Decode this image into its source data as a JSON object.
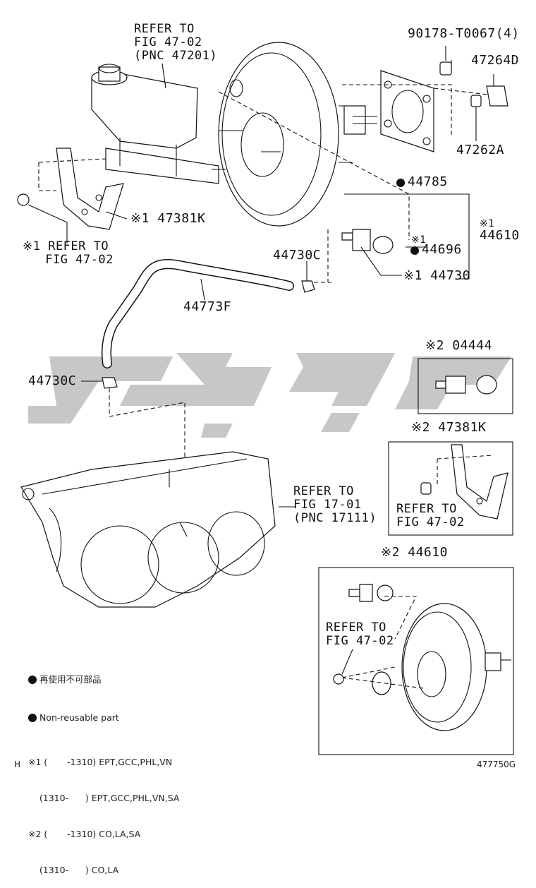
{
  "labels": {
    "refer_master": "REFER TO\nFIG 47-02\n(PNC 47201)",
    "p90178": "90178-T0067(4)",
    "p47264d": "47264D",
    "p47262a": "47262A",
    "p44785": "44785",
    "p44610_top_mark": "※1",
    "p44610_top": "44610",
    "p47381k_top": "※1 47381K",
    "refer_bracket_top": "※1 REFER TO\n   FIG 47-02",
    "p44696_mark": "※1",
    "p44696": "44696",
    "p44730c_top": "44730C",
    "p44730": "※1 44730",
    "p44773f": "44773F",
    "p44730c_left": "44730C",
    "p04444": "※2 04444",
    "p47381k_box": "※2 47381K",
    "refer_box_bracket": "REFER TO\nFIG 47-02",
    "refer_manifold": "REFER TO\nFIG 17-01\n(PNC 17111)",
    "p44610_box": "※2 44610",
    "refer_box_booster": "REFER TO\nFIG 47-02"
  },
  "legend": {
    "line1": "再使用不可部品",
    "line2": "Non-reusable part",
    "line3": "※1 (       -1310) EPT,GCC,PHL,VN",
    "line4": "    (1310-      ) EPT,GCC,PHL,VN,SA",
    "line5": "※2 (       -1310) CO,LA,SA",
    "line6": "    (1310-      ) CO,LA"
  },
  "footer": {
    "left": "H",
    "right": "477750G"
  },
  "icons": [
    "non-reusable-dot-icon",
    "brake-booster-icon",
    "master-cylinder-icon",
    "vacuum-hose-icon",
    "intake-manifold-icon",
    "bracket-icon",
    "check-valve-icon"
  ],
  "colors": {
    "line": "#111111",
    "watermark": "#bdbdbd"
  }
}
